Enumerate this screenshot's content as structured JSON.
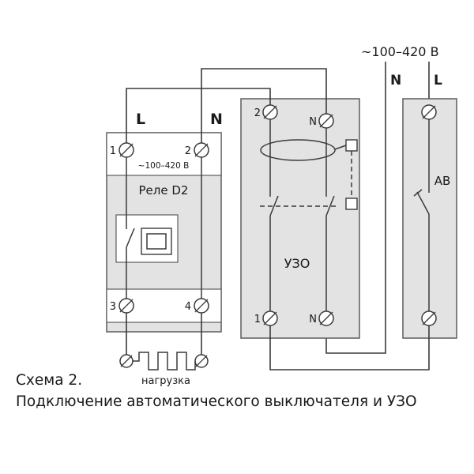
{
  "colors": {
    "line": "#3a3a3a",
    "box_fill": "#e3e3e3",
    "box_stroke": "#5c5c5c",
    "text": "#1a1a1a",
    "background": "#ffffff"
  },
  "supply": {
    "voltage": "~100–420 В",
    "neutral_label": "N",
    "line_label": "L"
  },
  "relay": {
    "line_label": "L",
    "neutral_label": "N",
    "terminal_1": "1",
    "terminal_2": "2",
    "terminal_3": "3",
    "terminal_4": "4",
    "voltage_rating": "~100–420 В",
    "name": "Реле D2",
    "load_label": "нагрузка"
  },
  "uzo": {
    "terminal_2": "2",
    "terminal_n_top": "N",
    "terminal_1": "1",
    "terminal_n_bottom": "N",
    "name": "УЗО"
  },
  "breaker": {
    "name": "АВ"
  },
  "caption": {
    "line1": "Схема 2.",
    "line2": "Подключение автоматического выключателя и УЗО"
  }
}
